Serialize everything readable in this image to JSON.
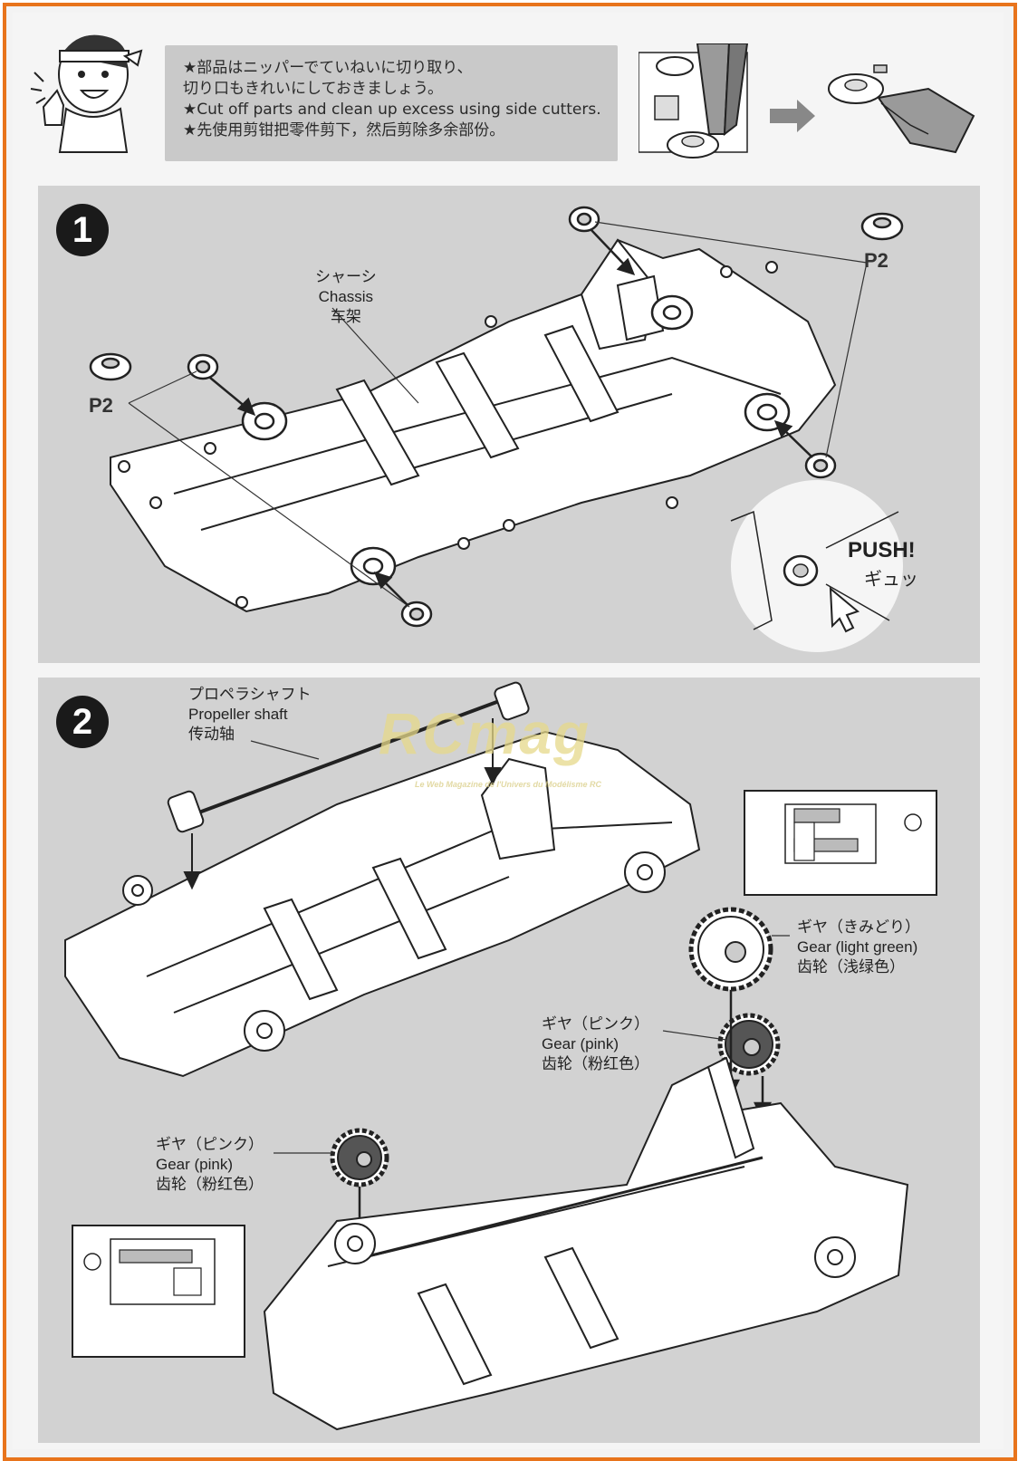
{
  "header": {
    "notice_lines": [
      "★部品はニッパーでていねいに切り取り、",
      "切り口もきれいにしておきましょう。",
      "★Cut off parts and clean up excess using side cutters.",
      "★先使用剪钳把零件剪下，然后剪除多余部份。"
    ]
  },
  "step1": {
    "number": "1",
    "chassis_label": [
      "シャーシ",
      "Chassis",
      "车架"
    ],
    "part_code_left": "P2",
    "part_code_right": "P2",
    "push_en": "PUSH!",
    "push_jp": "ギュッ"
  },
  "step2": {
    "number": "2",
    "shaft_label": [
      "プロペラシャフト",
      "Propeller shaft",
      "传动轴"
    ],
    "gear_green_label": [
      "ギヤ（きみどり）",
      "Gear (light green)",
      "齿轮（浅绿色）"
    ],
    "gear_pink_label_1": [
      "ギヤ（ピンク）",
      "Gear (pink)",
      "齿轮（粉红色）"
    ],
    "gear_pink_label_2": [
      "ギヤ（ピンク）",
      "Gear (pink)",
      "齿轮（粉红色）"
    ]
  },
  "watermark": {
    "logo": "RCmag",
    "tagline": "Le Web Magazine de l'Univers du Modélisme RC"
  },
  "colors": {
    "frame_border": "#e8741c",
    "panel_bg": "#d2d2d2",
    "notice_bg": "#c9c9c9",
    "step_badge": "#1a1a1a"
  }
}
